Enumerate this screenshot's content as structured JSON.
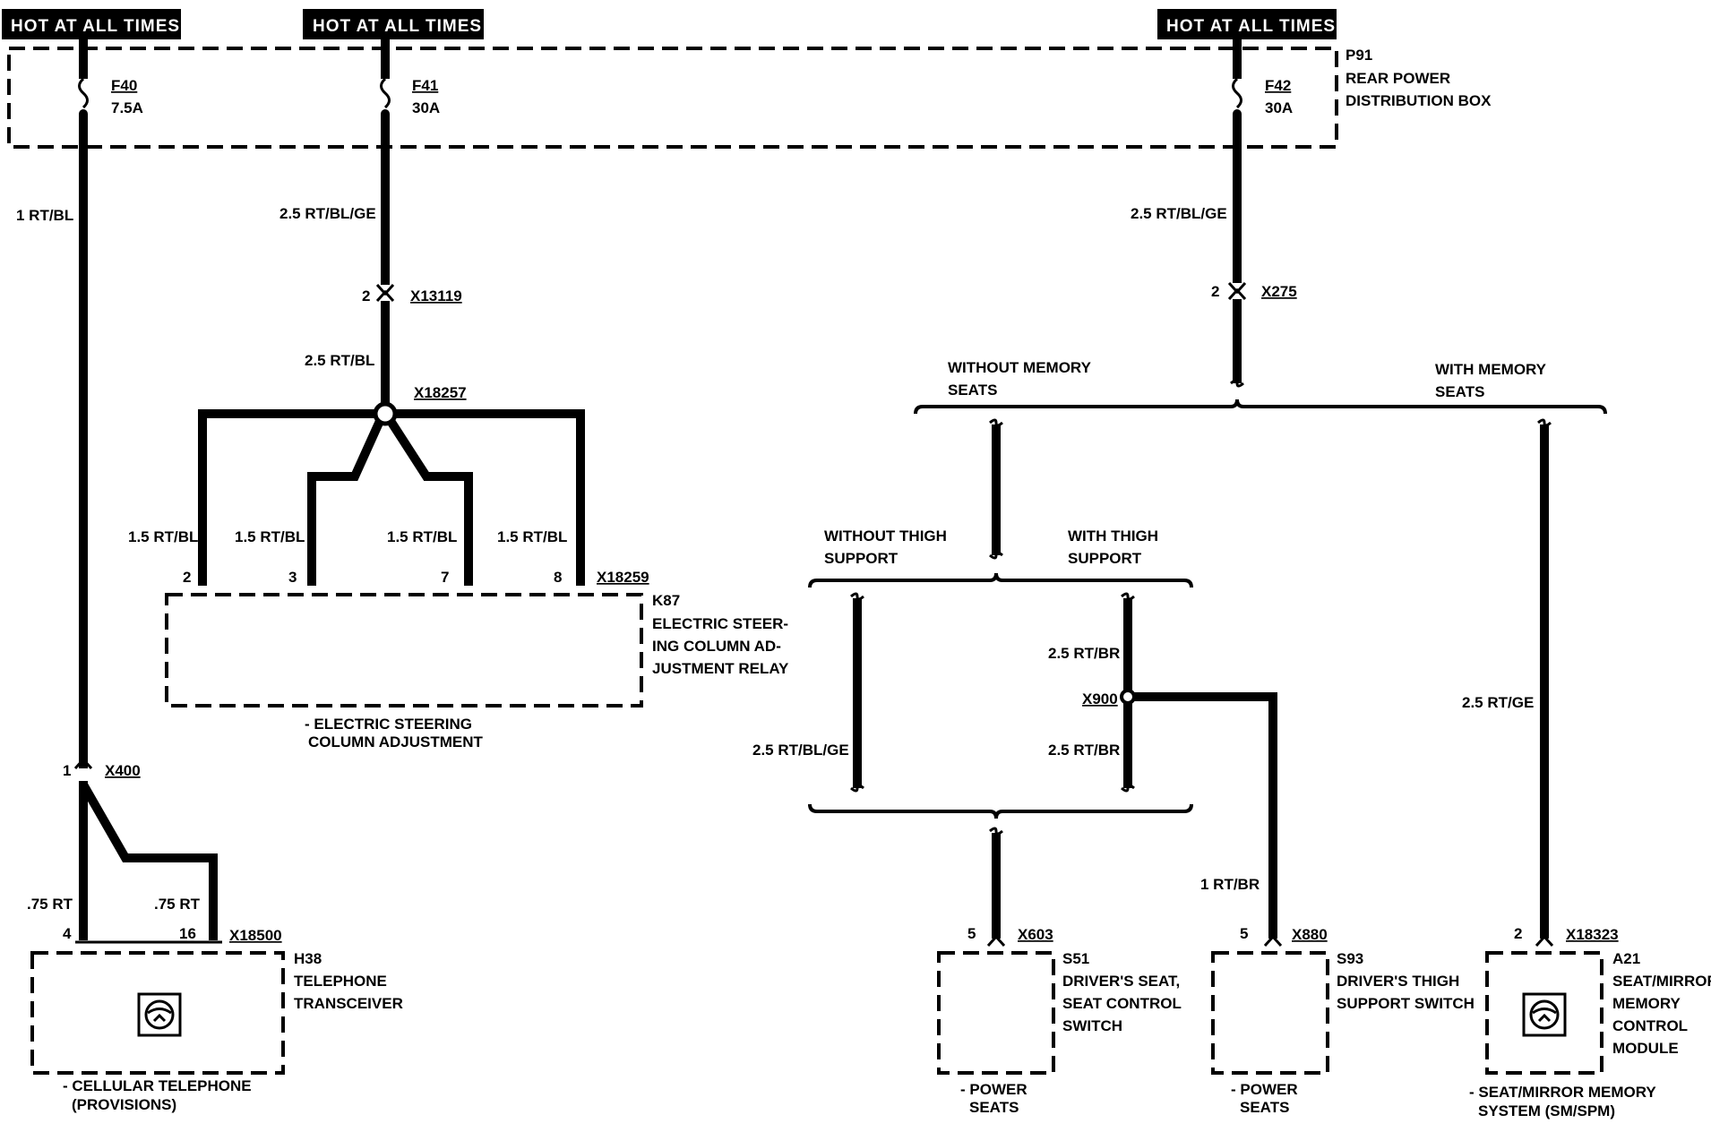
{
  "header": {
    "hot": [
      "HOT AT ALL TIMES",
      "HOT AT ALL TIMES",
      "HOT AT ALL TIMES"
    ]
  },
  "fuse_box": {
    "id": "P91",
    "name_line1": "REAR POWER",
    "name_line2": "DISTRIBUTION BOX"
  },
  "fuses": [
    {
      "id": "F40",
      "rating": "7.5A"
    },
    {
      "id": "F41",
      "rating": "30A"
    },
    {
      "id": "F42",
      "rating": "30A"
    }
  ],
  "wires": {
    "w1": "1 RT/BL",
    "w2": "2.5 RT/BL/GE",
    "w3": "2.5 RT/BL",
    "w4": "2.5 RT/BL/GE",
    "k87_a": "1.5 RT/BL",
    "k87_b": "1.5 RT/BL",
    "k87_c": "1.5 RT/BL",
    "k87_d": "1.5 RT/BL",
    "tel_a": ".75 RT",
    "tel_b": ".75 RT",
    "seat_left": "2.5 RT/BL/GE",
    "thigh_top": "2.5 RT/BR",
    "thigh_bot": "2.5 RT/BR",
    "thigh_sw": "1 RT/BR",
    "memory": "2.5 RT/GE"
  },
  "connectors": {
    "x13119": {
      "id": "X13119",
      "pin": "2"
    },
    "x18257": {
      "id": "X18257"
    },
    "x18259": {
      "id": "X18259",
      "pins": [
        "2",
        "3",
        "7",
        "8"
      ]
    },
    "x275": {
      "id": "X275",
      "pin": "2"
    },
    "x400": {
      "id": "X400",
      "pin": "1"
    },
    "x18500": {
      "id": "X18500",
      "pins": [
        "4",
        "16"
      ]
    },
    "x900": {
      "id": "X900"
    },
    "x603": {
      "id": "X603",
      "pin": "5"
    },
    "x880": {
      "id": "X880",
      "pin": "5"
    },
    "x18323": {
      "id": "X18323",
      "pin": "2"
    }
  },
  "options": {
    "without_memory_1": "WITHOUT MEMORY",
    "without_memory_2": "SEATS",
    "with_memory_1": "WITH MEMORY",
    "with_memory_2": "SEATS",
    "without_thigh_1": "WITHOUT THIGH",
    "without_thigh_2": "SUPPORT",
    "with_thigh_1": "WITH THIGH",
    "with_thigh_2": "SUPPORT"
  },
  "components": {
    "k87": {
      "id": "K87",
      "line1": "ELECTRIC STEER-",
      "line2": "ING COLUMN AD-",
      "line3": "JUSTMENT RELAY",
      "system1": "- ELECTRIC STEERING",
      "system2": "COLUMN ADJUSTMENT"
    },
    "h38": {
      "id": "H38",
      "line1": "TELEPHONE",
      "line2": "TRANSCEIVER",
      "system1": "- CELLULAR TELEPHONE",
      "system2": "(PROVISIONS)"
    },
    "s51": {
      "id": "S51",
      "line1": "DRIVER'S SEAT,",
      "line2": "SEAT CONTROL",
      "line3": "SWITCH",
      "system1": "- POWER",
      "system2": "SEATS"
    },
    "s93": {
      "id": "S93",
      "line1": "DRIVER'S THIGH",
      "line2": "SUPPORT SWITCH",
      "system1": "- POWER",
      "system2": "SEATS"
    },
    "a21": {
      "id": "A21",
      "line1": "SEAT/MIRROR",
      "line2": "MEMORY",
      "line3": "CONTROL",
      "line4": "MODULE",
      "system1": "- SEAT/MIRROR MEMORY",
      "system2": "SYSTEM (SM/SPM)"
    }
  }
}
